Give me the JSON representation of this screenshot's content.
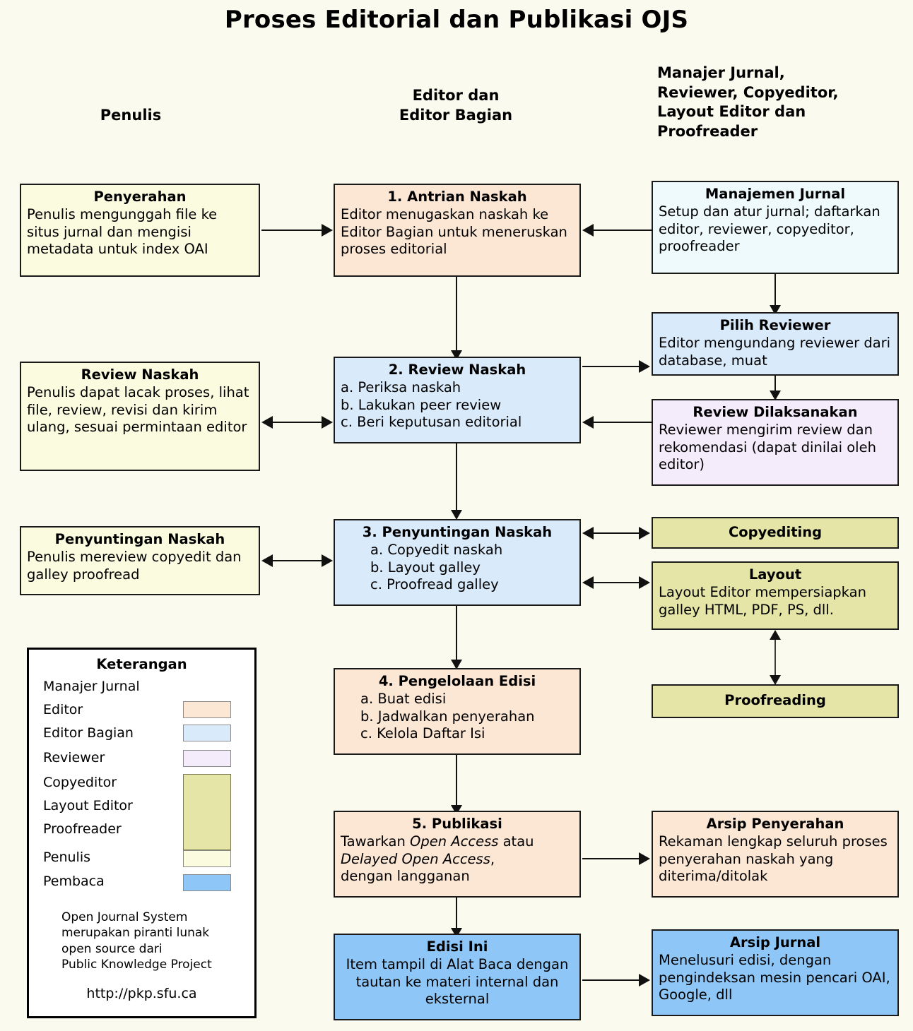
{
  "title": "Proses Editorial dan Publikasi OJS",
  "columns": {
    "left": "Penulis",
    "middle": "Editor dan\nEditor Bagian",
    "middle_line1": "Editor dan",
    "middle_line2": "Editor Bagian",
    "right_line1": "Manajer Jurnal,",
    "right_line2": "Reviewer, Copyeditor,",
    "right_line3": "Layout Editor dan",
    "right_line4": "Proofreader"
  },
  "boxes": {
    "penyerahan": {
      "title": "Penyerahan",
      "body": "Penulis mengunggah file ke situs jurnal dan mengisi metadata untuk index OAI"
    },
    "antrian": {
      "title": "1. Antrian Naskah",
      "body": "Editor menugaskan naskah ke Editor Bagian untuk meneruskan proses editorial"
    },
    "manajemen": {
      "title": "Manajemen Jurnal",
      "body": "Setup dan atur jurnal; daftarkan editor, reviewer, copyeditor, proofreader"
    },
    "pilih_reviewer": {
      "title": "Pilih Reviewer",
      "body": "Editor mengundang reviewer dari database, muat"
    },
    "review_naskah_penulis": {
      "title": "Review Naskah",
      "body": "Penulis dapat lacak proses, lihat file, review, revisi dan kirim ulang, sesuai permintaan editor"
    },
    "review_naskah": {
      "title": "2. Review Naskah",
      "items": [
        "a. Periksa naskah",
        "b. Lakukan peer review",
        "c. Beri keputusan editorial"
      ]
    },
    "review_dilaksanakan": {
      "title": "Review Dilaksanakan",
      "body": "Reviewer mengirim review dan rekomendasi (dapat dinilai oleh editor)"
    },
    "penyuntingan_penulis": {
      "title": "Penyuntingan Naskah",
      "body": "Penulis mereview copyedit dan galley proofread"
    },
    "penyuntingan": {
      "title": "3. Penyuntingan Naskah",
      "items": [
        "a. Copyedit naskah",
        "b. Layout galley",
        "c. Proofread galley"
      ]
    },
    "copyediting": {
      "title": "Copyediting"
    },
    "layout": {
      "title": "Layout",
      "body": "Layout Editor mempersiapkan galley HTML, PDF, PS, dll."
    },
    "proofreading": {
      "title": "Proofreading"
    },
    "pengelolaan": {
      "title": "4. Pengelolaan Edisi",
      "items": [
        "a. Buat edisi",
        "b. Jadwalkan penyerahan",
        "c. Kelola Daftar Isi"
      ]
    },
    "publikasi": {
      "title": "5. Publikasi",
      "line1_pre": "Tawarkan ",
      "line1_it": "Open Access",
      "line1_post": " atau",
      "line2_it": "Delayed Open Access",
      "line2_post": ",",
      "line3": "dengan langganan"
    },
    "arsip_penyerahan": {
      "title": "Arsip Penyerahan",
      "body": "Rekaman lengkap seluruh proses penyerahan naskah yang diterima/ditolak"
    },
    "edisi_ini": {
      "title": "Edisi Ini",
      "body": "Item tampil di Alat Baca dengan tautan ke materi internal dan eksternal"
    },
    "arsip_jurnal": {
      "title": "Arsip Jurnal",
      "body": "Menelusuri edisi, dengan pengindeksan mesin pencari OAI, Google, dll"
    }
  },
  "legend": {
    "title": "Keterangan",
    "items": [
      {
        "label": "Manajer Jurnal",
        "color": ""
      },
      {
        "label": "Editor",
        "color": "#fce6d4"
      },
      {
        "label": "Editor Bagian",
        "color": "#d9eafb"
      },
      {
        "label": "Reviewer",
        "color": "#f4ebfb"
      },
      {
        "label": "Copyeditor",
        "color": "#e5e5a8"
      },
      {
        "label": "Layout Editor",
        "color": "#e5e5a8"
      },
      {
        "label": "Proofreader",
        "color": "#e5e5a8"
      },
      {
        "label": "Penulis",
        "color": "#fbfbe0"
      },
      {
        "label": "Pembaca",
        "color": "#8ec7f7"
      }
    ],
    "note_line1": "Open Journal System",
    "note_line2": "merupakan piranti lunak",
    "note_line3": "open source dari",
    "note_line4": "Public Knowledge Project",
    "url": "http://pkp.sfu.ca"
  },
  "colors": {
    "background": "#fbfaef",
    "author": "#fbfbe0",
    "editor": "#fce6d4",
    "section_editor": "#d9eafb",
    "journal_manager": "#eefafc",
    "reviewer": "#f4ebfb",
    "copyeditor": "#e5e5a8",
    "reader": "#8ec7f7",
    "stroke": "#1a1a1a"
  }
}
